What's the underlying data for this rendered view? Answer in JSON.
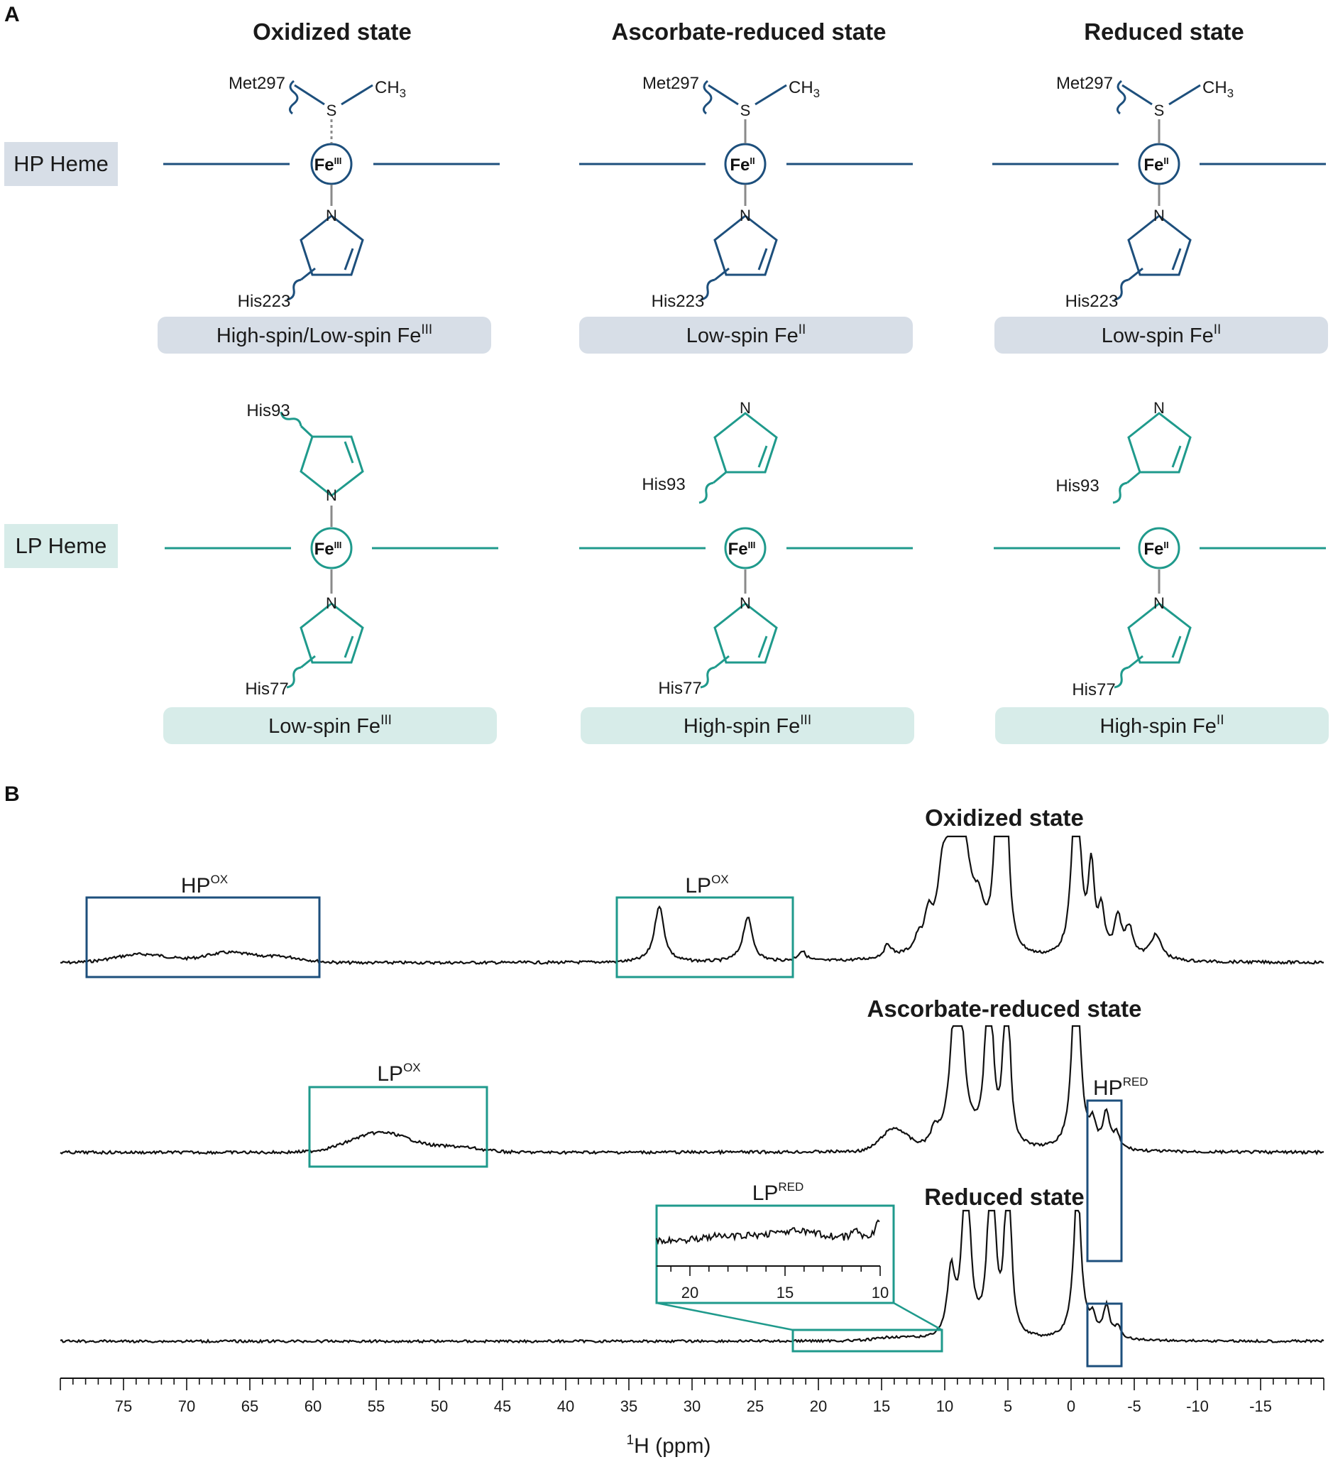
{
  "panel_a": {
    "letter": "A",
    "columns": [
      "Oxidized state",
      "Ascorbate-reduced state",
      "Reduced state"
    ],
    "hp": {
      "label": "HP Heme",
      "color": "#1d4f7c",
      "tag_bg": "#d7dee7",
      "met_label": "Met297",
      "ch3_label": "CH",
      "ch3_sub": "3",
      "s_label": "S",
      "n_label": "N",
      "his_label": "His223",
      "iron": [
        {
          "text": "Fe",
          "ox": "III"
        },
        {
          "text": "Fe",
          "ox": "II"
        },
        {
          "text": "Fe",
          "ox": "II"
        }
      ],
      "spin": [
        {
          "text": "High-spin/Low-spin Fe",
          "ox": "III"
        },
        {
          "text": "Low-spin Fe",
          "ox": "II"
        },
        {
          "text": "Low-spin Fe",
          "ox": "II"
        }
      ]
    },
    "lp": {
      "label": "LP Heme",
      "color": "#1f9a8c",
      "tag_bg": "#d7ece9",
      "n_label": "N",
      "upper_his": "His93",
      "lower_his": "His77",
      "iron": [
        {
          "text": "Fe",
          "ox": "III"
        },
        {
          "text": "Fe",
          "ox": "III"
        },
        {
          "text": "Fe",
          "ox": "II"
        }
      ],
      "spin": [
        {
          "text": "Low-spin Fe",
          "ox": "III"
        },
        {
          "text": "High-spin Fe",
          "ox": "III"
        },
        {
          "text": "High-spin Fe",
          "ox": "II"
        }
      ]
    }
  },
  "panel_b": {
    "letter": "B",
    "spectra": [
      {
        "title": "Oxidized state",
        "boxes": [
          {
            "base": "HP",
            "sup": "OX",
            "color": "#1d4f7c",
            "from_ppm": 78,
            "to_ppm": 59.5
          },
          {
            "base": "LP",
            "sup": "OX",
            "color": "#1f9a8c",
            "from_ppm": 35.5,
            "to_ppm": 21.5
          }
        ]
      },
      {
        "title": "Ascorbate-reduced state",
        "boxes": [
          {
            "base": "LP",
            "sup": "OX",
            "color": "#1f9a8c",
            "from_ppm": 60,
            "to_ppm": 46
          },
          {
            "base": "HP",
            "sup": "RED",
            "color": "#1d4f7c",
            "from_ppm": -1.5,
            "to_ppm": -4.2
          }
        ]
      },
      {
        "title": "Reduced state",
        "boxes": [
          {
            "base": "LP",
            "sup": "RED",
            "color": "#1f9a8c",
            "from_ppm": 21.5,
            "to_ppm": 10
          },
          {
            "base": "HP",
            "sup": "RED",
            "color": "#1d4f7c",
            "from_ppm": -1.5,
            "to_ppm": -4.2
          }
        ]
      }
    ],
    "inset": {
      "ticks": [
        "20",
        "15",
        "10"
      ],
      "color": "#1f9a8c"
    },
    "axis": {
      "label_sup": "1",
      "label": "H (ppm)",
      "ticks": [
        "75",
        "70",
        "65",
        "60",
        "55",
        "50",
        "45",
        "40",
        "35",
        "30",
        "25",
        "20",
        "15",
        "10",
        "5",
        "0",
        "-5",
        "-10",
        "-15"
      ],
      "xlim": [
        80,
        -20
      ]
    }
  }
}
